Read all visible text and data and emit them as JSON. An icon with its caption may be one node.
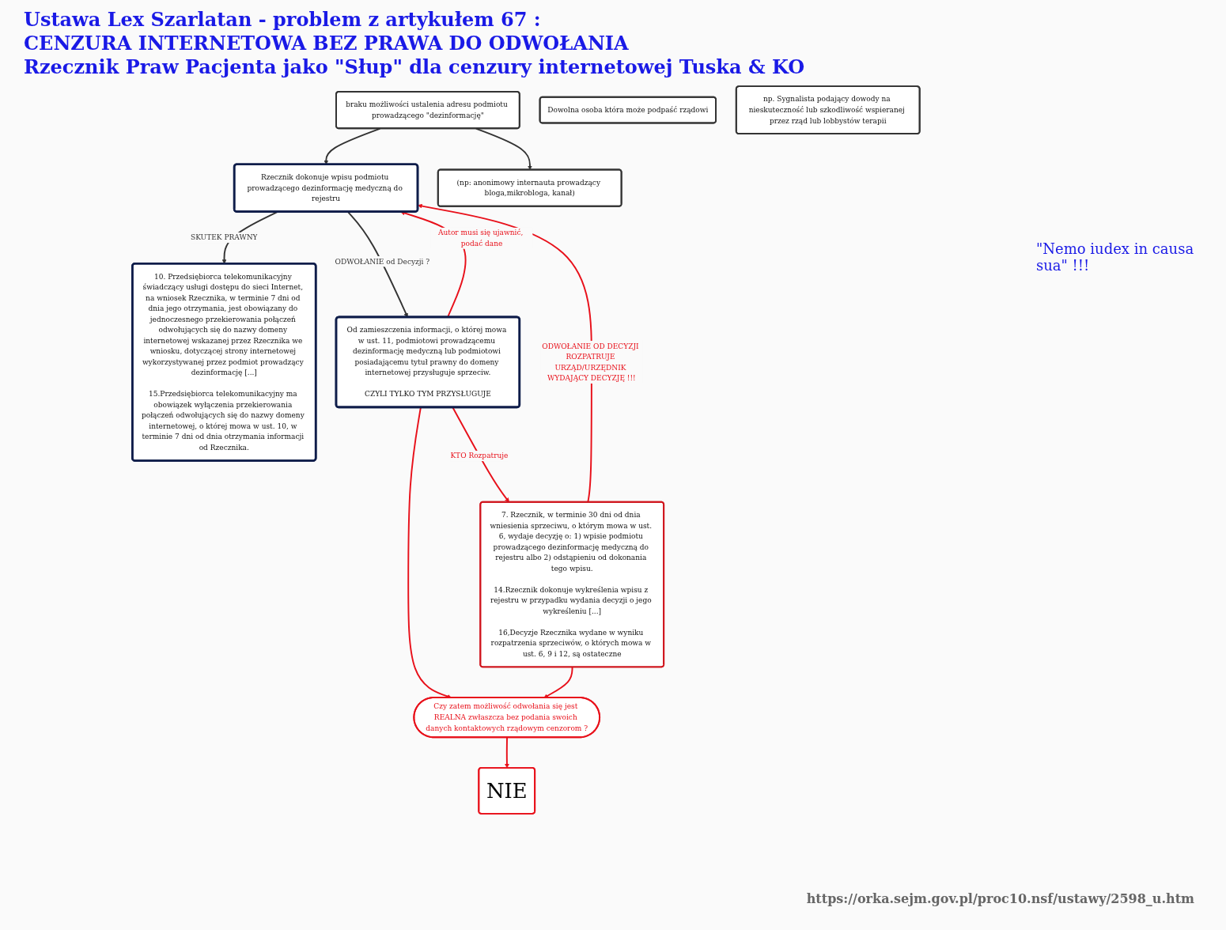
{
  "diagram": {
    "title": "Ustawa Lex Szarlatan - problem z artykułem 67 :",
    "nodes": [
      {
        "text": [
          "braku możliwości ustalenia adresu podmiotu prowadzącego \"dezinformację\""
        ]
      },
      {
        "text": [
          "Rzecznik dokonuje wpisu podmiotu prowadzącego dezinformację medyczną do rejestru"
        ]
      },
      {
        "text": [
          "10. Przedsiębiorca telekomunikacyjny świadczący usługi dostępu do sieci Internet, na wniosek Rzecznika, w terminie 7 dni od dnia jego otrzymania, jest obowiązany do jednoczesnego przekierowania połączeń odwołujących się do nazwy domeny internetowej wskazanej przez Rzecznika we wniosku, dotyczącej strony internetowej wykorzystywanej przez podmiot prowadzący dezinformację [...]",
          "15.Przedsiębiorca telekomunikacyjny ma obowiązek wyłączenia przekierowania połączeń odwołujących się do nazwy domeny internetowej, o której mowa w ust. 10, w terminie 7 dni od dnia otrzymania informacji od Rzecznika."
        ]
      },
      {
        "text": [
          "(np: anonimowy internauta prowadzący bloga,mikrobloga, kanał)"
        ]
      },
      {
        "text": [
          "Dowolna osoba która może podpaść rządowi"
        ]
      },
      {
        "text": [
          "np. Sygnalista podający dowody na nieskuteczność lub szkodliwość wspieranej przez rząd lub lobbystów terapii"
        ]
      },
      {
        "text": [
          "Od zamieszczenia informacji, o której mowa w ust. 11, podmiotowi prowadzącemu dezinformację medyczną lub podmiotowi posiadającemu tytuł prawny do domeny internetowej przysługuje sprzeciw.",
          "CZYLI TYLKO TYM PRZYSŁUGUJE"
        ]
      },
      {
        "text": [
          "7. Rzecznik, w terminie 30 dni od dnia wniesienia sprzeciwu, o którym mowa w ust. 6, wydaje decyzję o: 1) wpisie podmiotu prowadzącego dezinformację medyczną do rejestru albo 2) odstąpieniu od dokonania tego wpisu.",
          "14.Rzecznik dokonuje wykreślenia wpisu z rejestru w przypadku wydania decyzji o jego wykreśleniu [...]",
          "16,Decyzje Rzecznika wydane w wyniku rozpatrzenia sprzeciwów, o których mowa w ust. 6, 9 i 12, są ostateczne"
        ]
      },
      {
        "text": [
          "Czy zatem możliwość odwołania się jest REALNA zwłaszcza bez podania swoich danych kontaktowych rządowym cenzorom ?"
        ]
      },
      {
        "text": [
          "NIE"
        ]
      }
    ],
    "edges": [
      {
        "from": 0,
        "to": 1,
        "arrow": "to",
        "color": "#333333"
      },
      {
        "from": 0,
        "to": 3,
        "arrow": "to",
        "color": "#333333"
      },
      {
        "from": 1,
        "to": 2,
        "arrow": "to",
        "label": "SKUTEK PRAWNY",
        "color": "#333333"
      },
      {
        "from": 1,
        "to": 6,
        "arrow": "to",
        "label": "ODWOŁANIE od Decyzji ?",
        "color": "#333333"
      },
      {
        "from": 6,
        "to": 1,
        "arrow": "to",
        "label": "Autor musi się ujawnić, podać dane"
      },
      {
        "from": 6,
        "to": 7,
        "arrow": "to",
        "label": "KTO Rozpatruje"
      },
      {
        "from": 7,
        "to": 1,
        "arrow": "to",
        "label": "ODWOŁANIE OD DECYZJI ROZPATRUJE URZĄD/URZĘDNIK WYDAJĄCY DECYZJĘ !!!"
      },
      {
        "from": 6,
        "to": 8,
        "arrow": "to"
      },
      {
        "from": 7,
        "to": 8,
        "arrow": "to"
      },
      {
        "from": 8,
        "to": 9,
        "arrow": "to"
      }
    ],
    "labels": [
      "CENZURA INTERNETOWA BEZ PRAWA DO ODWOŁANIA",
      "Rzecznik Praw Pacjenta jako \"Słup\" dla cenzury internetowej Tuska & KO",
      "\"Nemo iudex in causa sua\" !!!",
      "https://orka.sejm.gov.pl/proc10.nsf/ustawy/2598_u.htm"
    ]
  }
}
